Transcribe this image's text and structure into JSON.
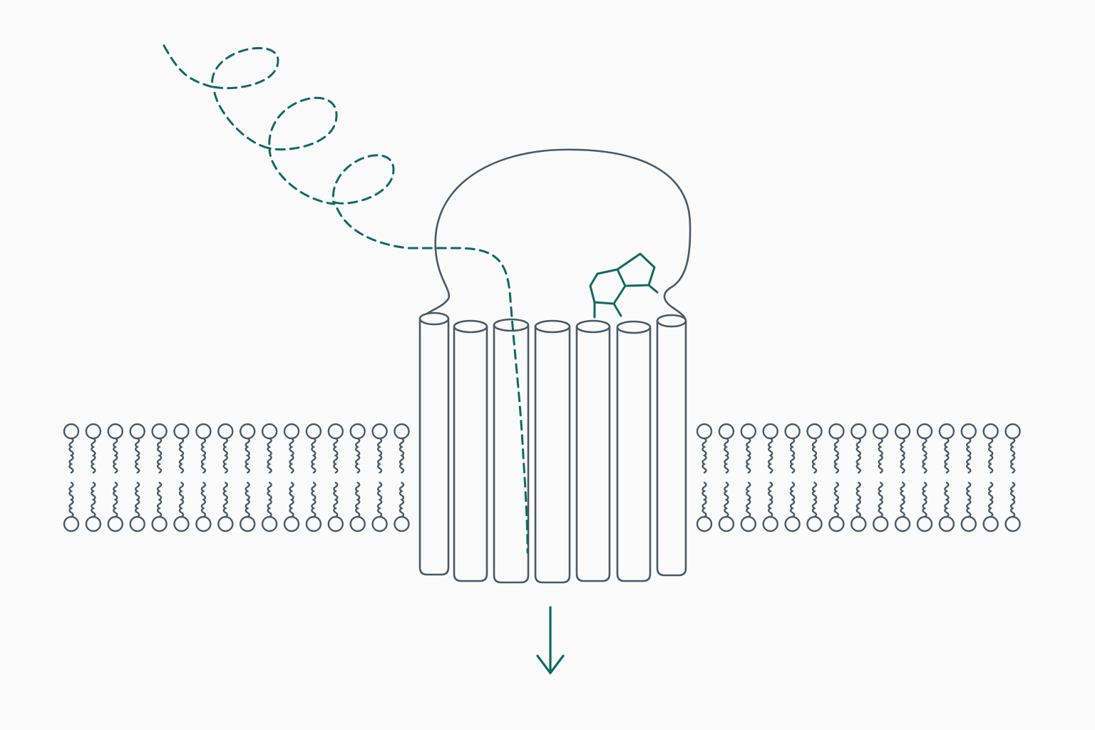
{
  "colors": {
    "background": "#fbfbfb",
    "outline": "#4b5866",
    "accent": "#0f6b5f"
  },
  "membrane": {
    "left_lipid_count": 16,
    "right_lipid_count": 15
  },
  "channel": {
    "helix_count": 7
  },
  "icons": {
    "ligand": "ligand-ring-icon",
    "flow": "arrow-down-icon"
  }
}
